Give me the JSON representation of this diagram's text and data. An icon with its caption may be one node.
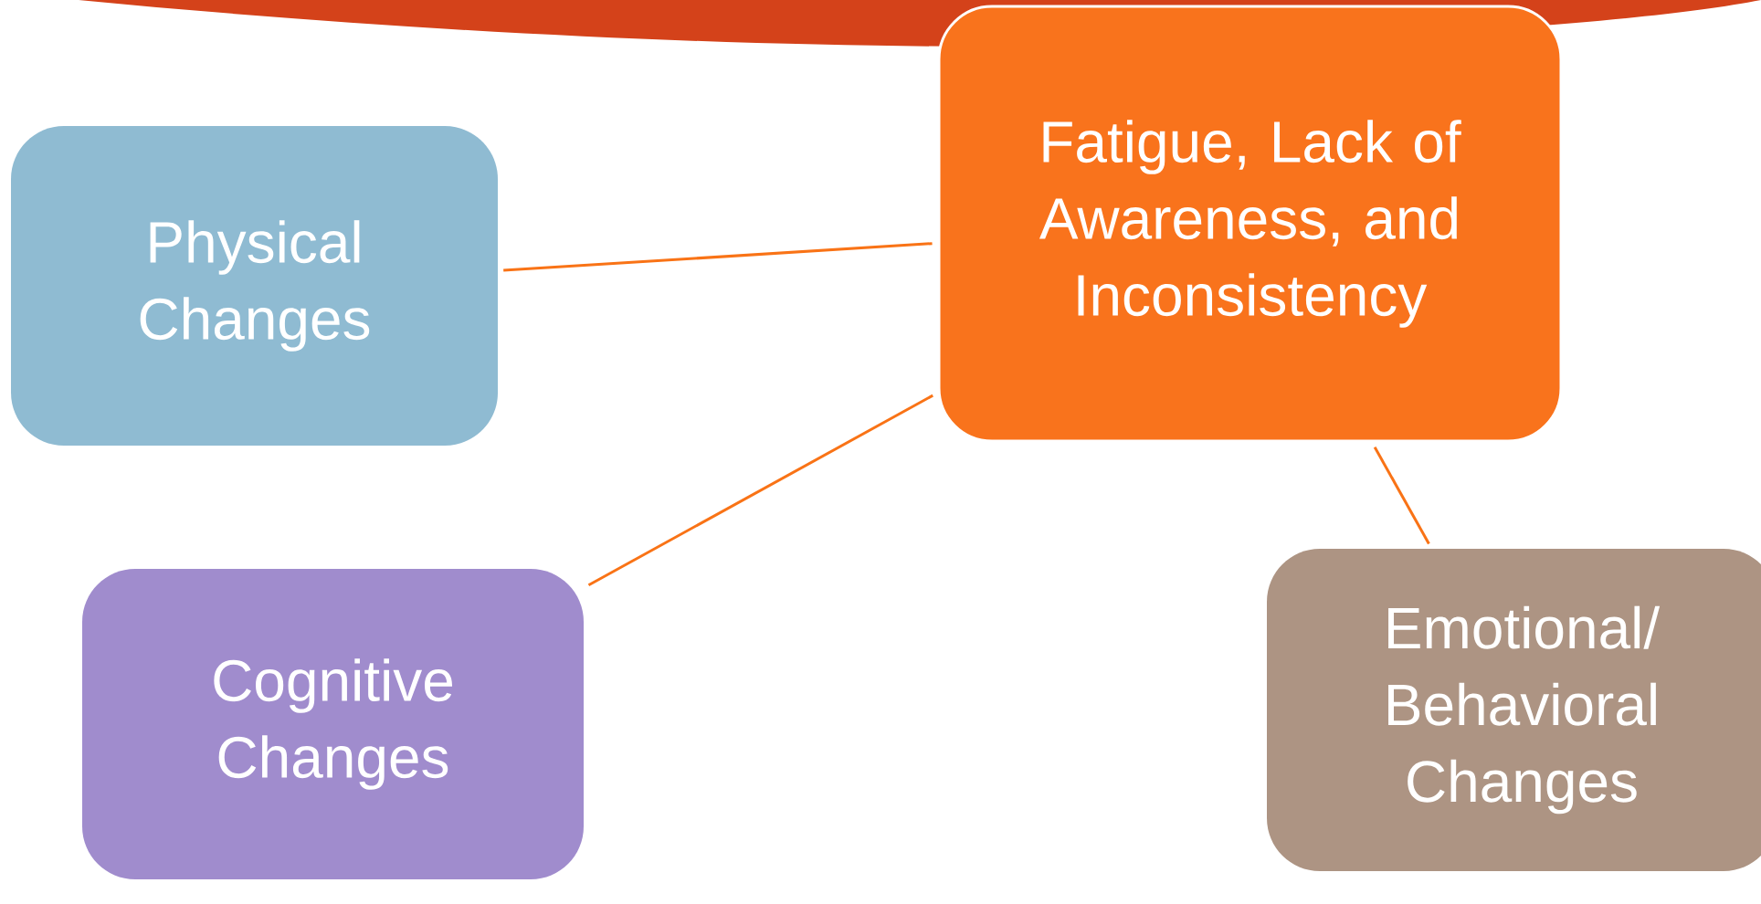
{
  "diagram": {
    "nodes": [
      {
        "text": [
          "Fatigue, Lack of Awareness, and Inconsistency"
        ]
      },
      {
        "text": [
          "Physical Changes"
        ]
      },
      {
        "text": [
          "Emotional/ Behavioral Changes"
        ]
      },
      {
        "text": [
          "Cognitive Changes"
        ]
      }
    ],
    "edges": [
      {
        "from": 1,
        "to": 0,
        "arrow": "none"
      },
      {
        "from": 0,
        "to": 3,
        "arrow": "none"
      },
      {
        "from": 0,
        "to": 2,
        "arrow": "none"
      }
    ]
  }
}
